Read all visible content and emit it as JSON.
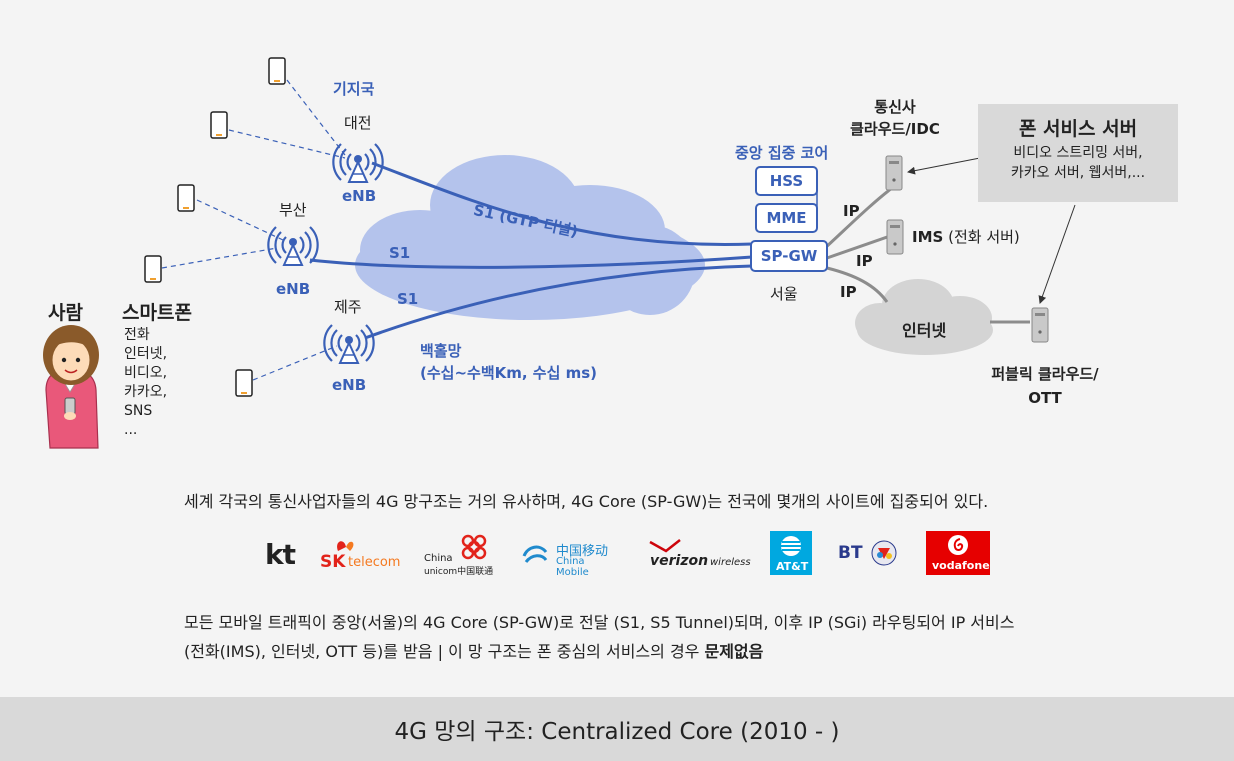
{
  "diagram": {
    "base_station_heading": "기지국",
    "cities": {
      "daejeon": "대전",
      "busan": "부산",
      "jeju": "제주",
      "seoul": "서울"
    },
    "enb_label": "eNB",
    "person_label": "사람",
    "smartphone_title": "스마트폰",
    "smartphone_services": [
      "전화",
      "인터넷,",
      "비디오,",
      "카카오,",
      "SNS",
      "..."
    ],
    "s1_gtp_label": "S1 (GTP 터널)",
    "s1_label": "S1",
    "backhaul_title": "백홀망",
    "backhaul_detail": "(수십~수백Km, 수십 ms)",
    "core_title": "중앙 집중 코어",
    "core_boxes": {
      "hss": "HSS",
      "mme": "MME",
      "spgw": "SP-GW"
    },
    "ip_label": "IP",
    "telco_cloud": "통신사\n클라우드/IDC",
    "ims_label": "IMS",
    "ims_detail": "(전화 서버)",
    "internet_label": "인터넷",
    "public_cloud": "퍼블릭 클라우드/\nOTT",
    "phone_service_server_title": "폰 서비스 서버",
    "phone_service_server_detail": "비디오 스트리밍 서버,\n카카오 서버, 웹서버,..."
  },
  "statement_1": "세계 각국의 통신사업자들의 4G 망구조는 거의 유사하며, 4G Core (SP-GW)는 전국에 몇개의 사이트에 집중되어 있다.",
  "statement_2_line1": "모든 모바일 트래픽이 중앙(서울)의 4G Core (SP-GW)로 전달 (S1, S5 Tunnel)되며, 이후 IP (SGi) 라우팅되어 IP 서비스",
  "statement_2_line2_prefix": "(전화(IMS), 인터넷, OTT 등)를 받음 | 이 망 구조는 폰 중심의 서비스의 경우 ",
  "statement_2_line2_emphasis": "문제없음",
  "operators": {
    "kt": "kt",
    "sk_mark": "SK",
    "sk_word": "telecom",
    "china_unicom_line1": "China",
    "china_unicom_line2": "unicom中国联通",
    "china_mobile_cn": "中国移动",
    "china_mobile_en": "China Mobile",
    "verizon": "verizon",
    "verizon_suffix": "wireless",
    "att": "AT&T",
    "bt": "BT",
    "vodafone": "vodafone"
  },
  "footer_title": "4G 망의 구조: Centralized Core (2010 - )",
  "colors": {
    "accent_blue": "#3a60b7",
    "link_gray": "#8c8c8c",
    "footer_bg": "#d9d9d9",
    "sk_red": "#e2231a",
    "sk_orange": "#f47920",
    "att_blue": "#00a8e0",
    "vodafone_red": "#e60000",
    "china_mobile_blue": "#1f8acd",
    "verizon_red": "#cd040b"
  }
}
